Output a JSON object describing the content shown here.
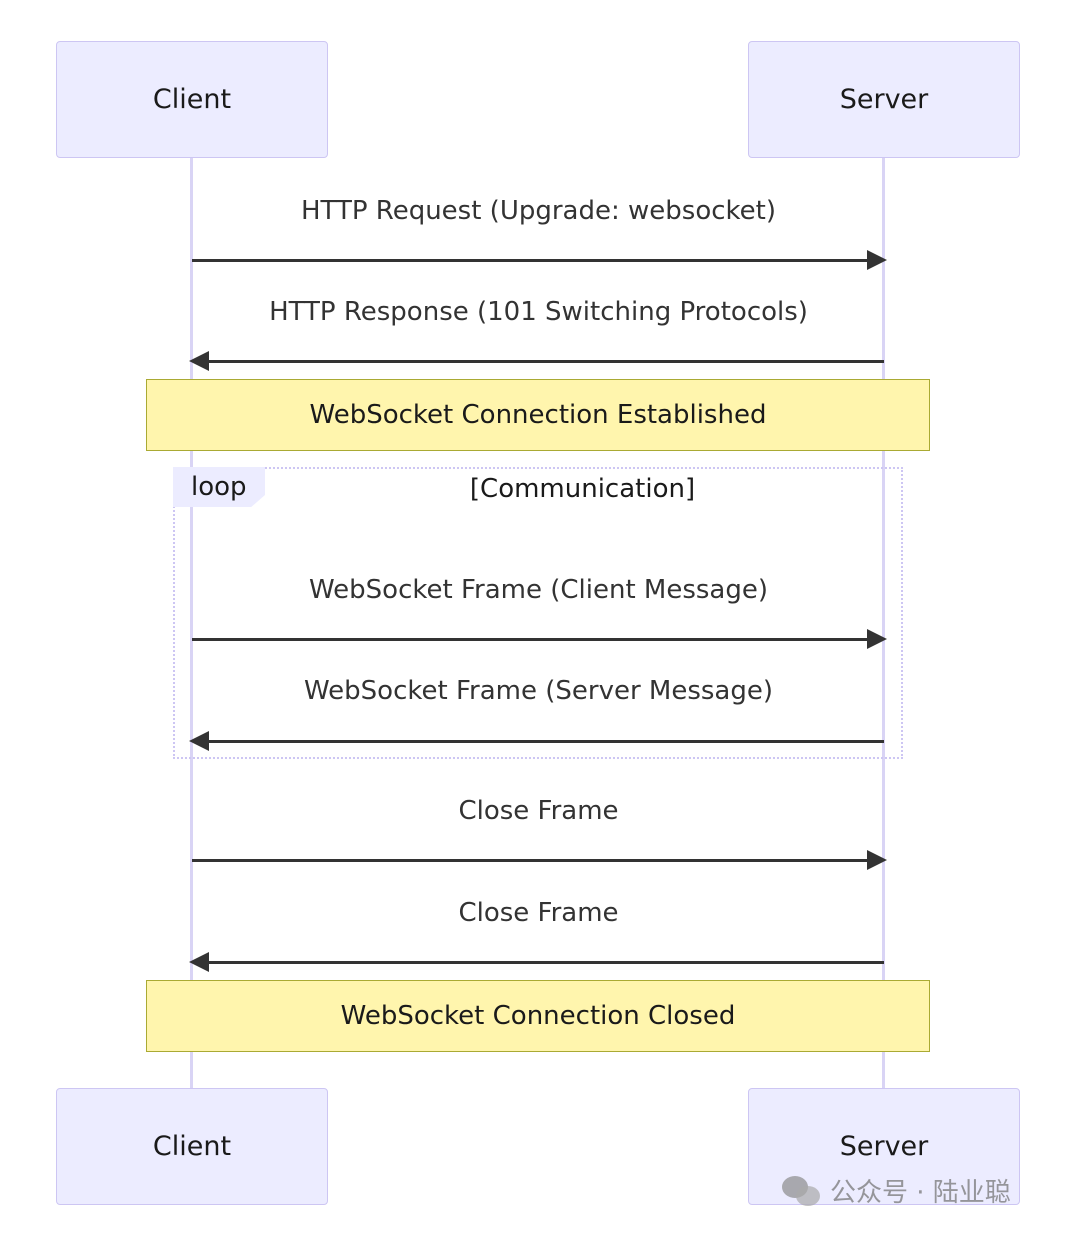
{
  "participants": {
    "client": "Client",
    "server": "Server"
  },
  "messages": [
    {
      "label": "HTTP Request (Upgrade: websocket)",
      "direction": "client-to-server"
    },
    {
      "label": "HTTP Response (101 Switching Protocols)",
      "direction": "server-to-client"
    },
    {
      "label": "WebSocket Frame (Client Message)",
      "direction": "client-to-server"
    },
    {
      "label": "WebSocket Frame (Server Message)",
      "direction": "server-to-client"
    },
    {
      "label": "Close Frame",
      "direction": "client-to-server"
    },
    {
      "label": "Close Frame",
      "direction": "server-to-client"
    }
  ],
  "notes": {
    "established": "WebSocket Connection Established",
    "closed": "WebSocket Connection Closed"
  },
  "loop": {
    "tag": "loop",
    "condition": "[Communication]"
  },
  "watermark": {
    "text": "公众号 · 陆业聪",
    "icon": "wechat-icon"
  }
}
